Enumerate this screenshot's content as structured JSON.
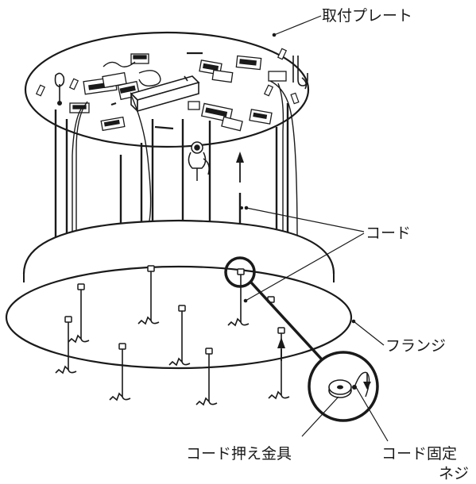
{
  "labels": {
    "mounting_plate": "取付プレート",
    "cord": "コード",
    "flange": "フランジ",
    "cord_holder": "コード押え金具",
    "cord_fixing_screw_line1": "コード固定",
    "cord_fixing_screw_line2": "ネジ"
  }
}
